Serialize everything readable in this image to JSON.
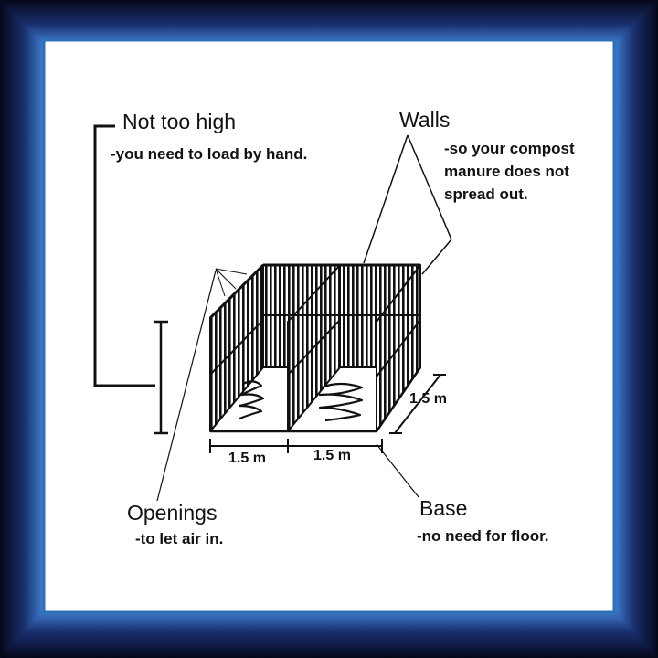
{
  "colors": {
    "frame_outer": "#0b1230",
    "frame_inner": "#2f6fb8",
    "paper": "#ffffff",
    "ink": "#111111"
  },
  "labels": {
    "not_too_high": {
      "title": "Not too high",
      "note": "-you need to load by hand."
    },
    "walls": {
      "title": "Walls",
      "note_lines": [
        "-so your compost",
        "manure does not",
        "spread out."
      ]
    },
    "openings": {
      "title": "Openings",
      "note": "-to let air in."
    },
    "base": {
      "title": "Base",
      "note": "-no need for floor."
    }
  },
  "dimensions": {
    "width_left": "1.5 m",
    "width_right": "1.5 m",
    "depth": "1.5 m"
  }
}
